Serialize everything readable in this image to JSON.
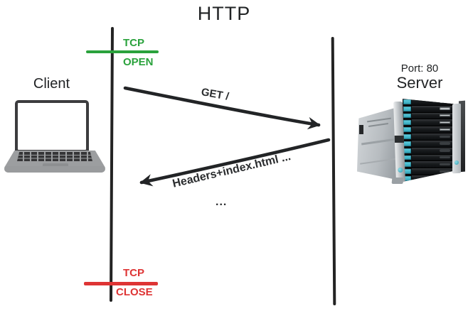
{
  "title": "HTTP",
  "colors": {
    "open_green": "#2aa23c",
    "close_red": "#de3434",
    "ink": "#222426",
    "server_handle_teal": "#3fb9cc"
  },
  "client": {
    "label": "Client"
  },
  "server": {
    "port_label": "Port: 80",
    "label": "Server"
  },
  "tcp_open": {
    "protocol": "TCP",
    "state": "OPEN"
  },
  "tcp_close": {
    "protocol": "TCP",
    "state": "CLOSE"
  },
  "messages": {
    "request": {
      "label": "GET /"
    },
    "response": {
      "label": "Headers+index.html ...",
      "continuation": "..."
    }
  }
}
